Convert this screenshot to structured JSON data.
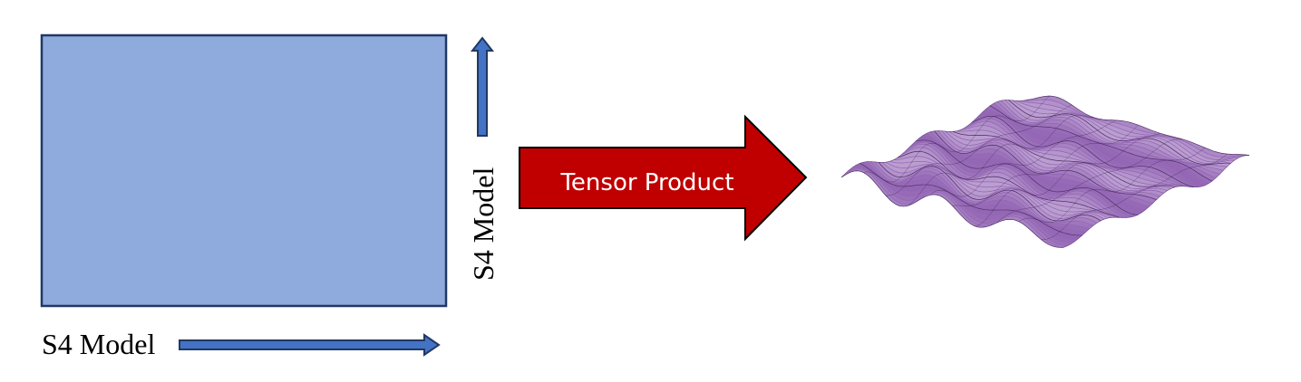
{
  "diagram": {
    "input_block": {
      "fill_color": "#8faadc",
      "stroke_color": "#1f3864"
    },
    "horizontal_axis": {
      "label": "S4 Model",
      "arrow_color": "#4472c4"
    },
    "vertical_axis": {
      "label": "S4 Model",
      "arrow_color": "#4472c4"
    },
    "operation_arrow": {
      "label": "Tensor Product",
      "fill_color": "#c00000"
    },
    "output_surface": {
      "description_icon": "wave-surface-icon",
      "fill_color": "#9467b5",
      "line_color": "#2b1540"
    }
  }
}
